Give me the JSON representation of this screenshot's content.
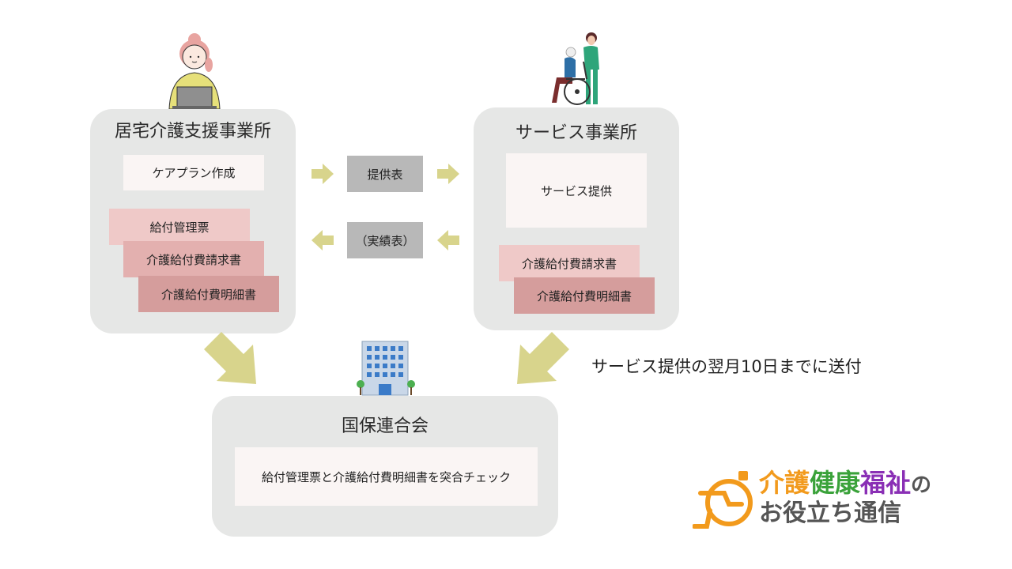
{
  "left_office": {
    "title": "居宅介護支援事業所",
    "care_plan": "ケアプラン作成",
    "docs": [
      "給付管理票",
      "介護給付費請求書",
      "介護給付費明細書"
    ]
  },
  "right_office": {
    "title": "サービス事業所",
    "service": "サービス提供",
    "docs": [
      "介護給付費請求書",
      "介護給付費明細書"
    ]
  },
  "exchange": {
    "offer_sheet": "提供表",
    "result_sheet": "（実績表）"
  },
  "kokuho": {
    "title": "国保連合会",
    "check": "給付管理票と介護給付費明細書を突合チェック"
  },
  "deadline_note": "サービス提供の翌月10日までに送付",
  "logo": {
    "line1_a": "介護",
    "line1_b": "健康",
    "line1_c": "福祉",
    "line1_d": "の",
    "line2": "お役立ち通信"
  },
  "colors": {
    "panel": "#e6e7e6",
    "arrow": "#d8d48c",
    "gray_box": "#b8b8b8",
    "logo_orange": "#f29a1c",
    "logo_green": "#3aa23a",
    "logo_purple": "#8a2fb5"
  }
}
